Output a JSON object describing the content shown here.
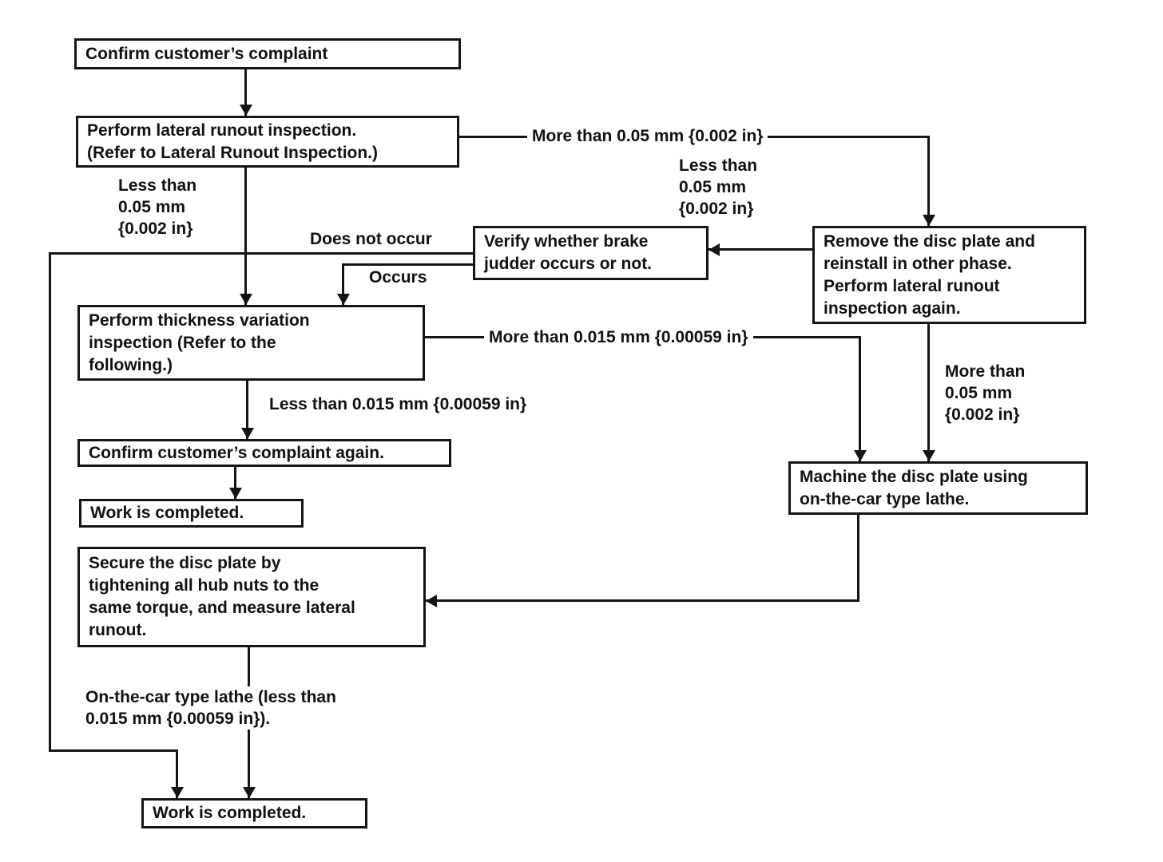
{
  "nodes": {
    "confirm_complaint": "Confirm customer’s complaint",
    "lateral_runout": "Perform lateral runout inspection.\n(Refer to Lateral Runout Inspection.)",
    "verify_judder": "Verify whether brake\njudder occurs or not.",
    "remove_disc": "Remove the disc plate and\nreinstall in other phase.\nPerform lateral runout\ninspection again.",
    "thickness_variation": "Perform thickness variation\ninspection (Refer to the\nfollowing.)",
    "confirm_again": "Confirm customer’s complaint again.",
    "work_completed_mid": "Work is completed.",
    "secure_disc": "Secure the disc plate by\ntightening all hub nuts to the\nsame torque, and measure lateral\nrunout.",
    "machine_disc": "Machine the disc plate using\non-the-car type lathe.",
    "work_completed_bottom": "Work is completed."
  },
  "labels": {
    "more_than_005_top": "More than 0.05 mm {0.002 in}",
    "less_than_005_left": "Less than\n0.05 mm\n{0.002 in}",
    "less_than_005_mid": "Less than\n0.05 mm\n{0.002 in}",
    "does_not_occur": "Does not occur",
    "occurs": "Occurs",
    "more_than_0015": "More than 0.015 mm {0.00059 in}",
    "less_than_0015": "Less than 0.015 mm {0.00059 in}",
    "more_than_005_right": "More than\n0.05 mm\n{0.002 in}",
    "on_the_car_lathe": "On-the-car type lathe (less than\n0.015 mm {0.00059 in})."
  }
}
